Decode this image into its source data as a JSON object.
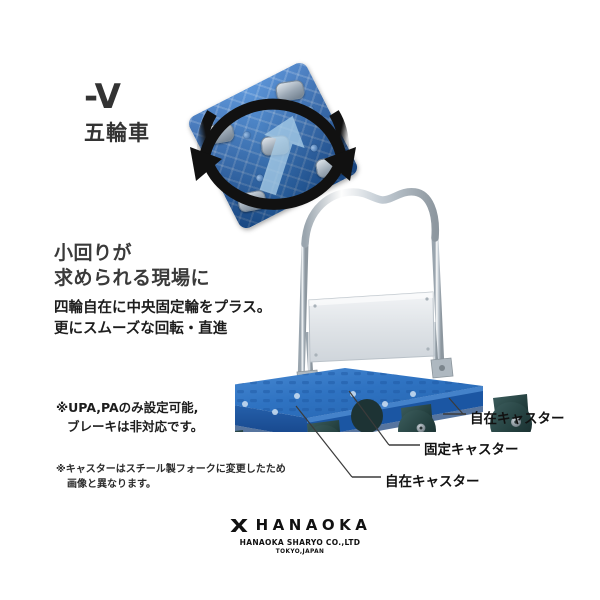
{
  "background_color": "#ffffff",
  "model": {
    "code": "-V",
    "name": "五輪車"
  },
  "rotation_diagram": {
    "icon_name": "rotation-arrow-ring",
    "direction_arrow_name": "forward-arrow"
  },
  "headline": {
    "line1": "小回りが",
    "line2": "求められる現場に"
  },
  "subcopy": {
    "line1": "四輪自在に中央固定輪をプラス。",
    "line2": "更にスムーズな回転・直進"
  },
  "notes": {
    "primary": {
      "line1": "※UPA,PAのみ設定可能,",
      "line2": "ブレーキは非対応です。"
    },
    "secondary": {
      "line1": "※キャスターはスチール製フォークに変更したため",
      "line2": "画像と異なります。"
    }
  },
  "callouts": [
    {
      "label": "自在キャスター",
      "target": "rear-swivel-caster"
    },
    {
      "label": "固定キャスター",
      "target": "center-fixed-caster"
    },
    {
      "label": "自在キャスター",
      "target": "front-swivel-caster"
    }
  ],
  "product_photo": {
    "name": "platform-hand-truck-photo",
    "deck_color": "#1f5fb4",
    "caster_color": "#2d4b4b",
    "handle_color": "#cfd6dd"
  },
  "footer": {
    "logo_icon": "hanaoka-logo-mark",
    "brand": "HANAOKA",
    "company": "HANAOKA SHARYO CO.,LTD",
    "location": "TOKYO,JAPAN"
  }
}
